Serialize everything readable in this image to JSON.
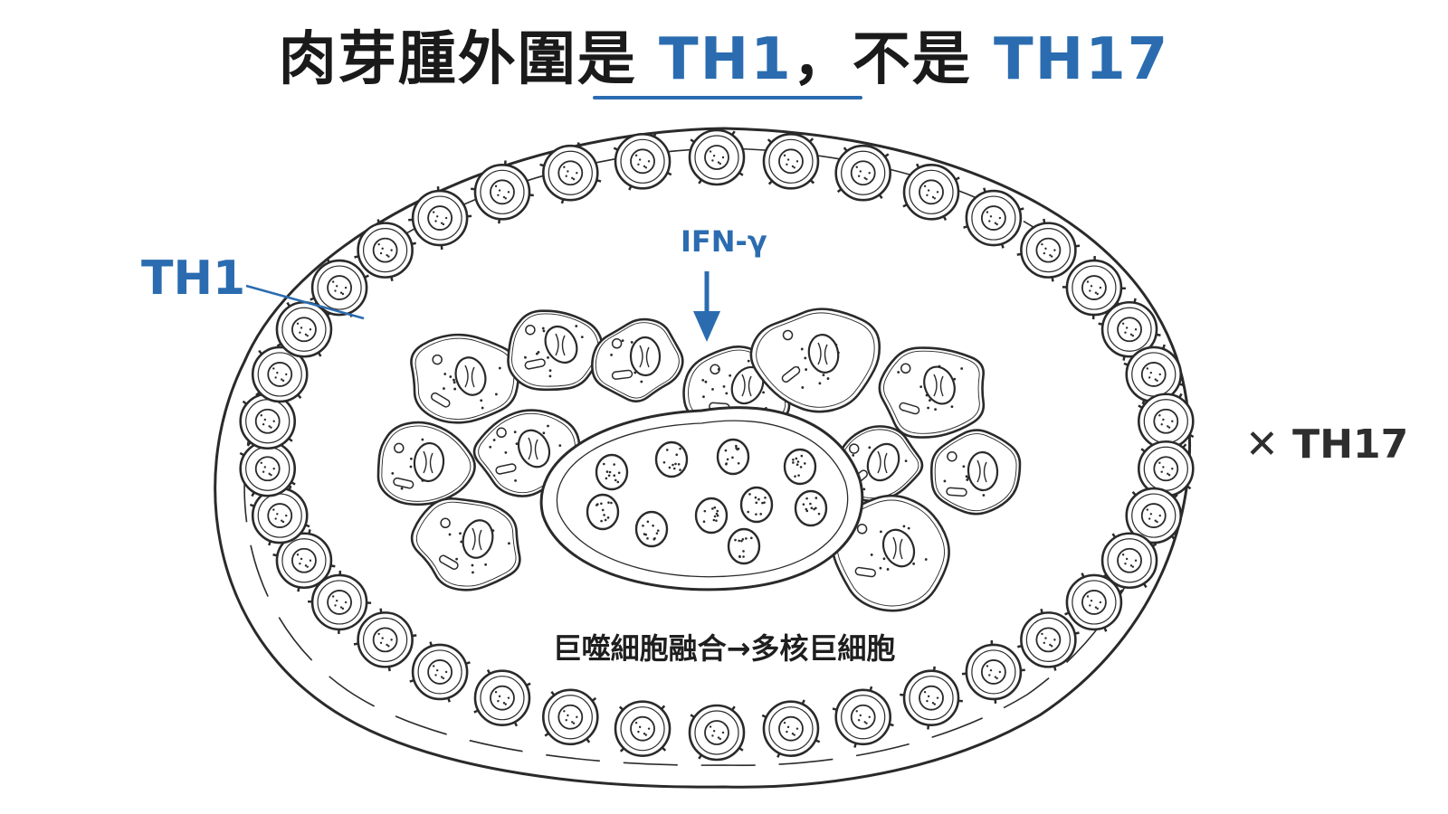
{
  "title": {
    "part1": "肉芽腫外圍是 ",
    "th1": "TH1",
    "part2": "，不是 ",
    "th17": "TH17"
  },
  "labels": {
    "th1": "TH1",
    "ifn": "IFN-γ",
    "not_th17": "✕ TH17",
    "fusion": "巨噬細胞融合→多核巨細胞"
  },
  "colors": {
    "accent": "#2b6cb0",
    "ink": "#2a2a2a"
  }
}
